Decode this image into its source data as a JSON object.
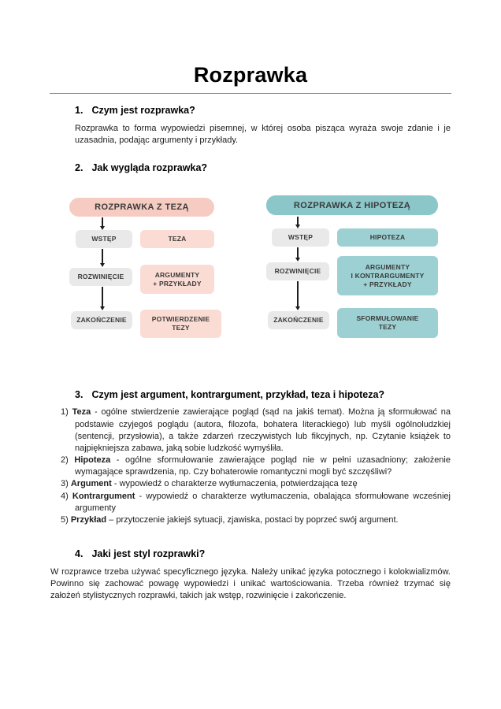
{
  "title": "Rozprawka",
  "sections": {
    "s1": {
      "num": "1.",
      "heading": "Czym jest rozprawka?",
      "body": "Rozprawka to forma wypowiedzi pisemnej, w której osoba pisząca wyraża swoje zdanie i je uzasadnia, podając argumenty i przykłady."
    },
    "s2": {
      "num": "2.",
      "heading": "Jak wygląda rozprawka?"
    },
    "s3": {
      "num": "3.",
      "heading": "Czym jest argument, kontrargument, przykład, teza i hipoteza?",
      "items": [
        {
          "num": "1) ",
          "term": "Teza",
          "rest": " - ogólne stwierdzenie zawierające pogląd (sąd na jakiś temat). Można ją sformułować na podstawie czyjegoś poglądu (autora, filozofa, bohatera literackiego) lub myśli ogólnoludzkiej (sentencji, przysłowia), a także zdarzeń rzeczywistych lub fikcyjnych, np. Czytanie książek to najpiękniejsza zabawa, jaką sobie ludzkość wymyśliła."
        },
        {
          "num": "2) ",
          "term": "Hipoteza",
          "rest": " - ogólne sformułowanie zawierające pogląd nie w pełni uzasadniony; założenie wymagające sprawdzenia, np. Czy bohaterowie romantyczni mogli być szczęśliwi?"
        },
        {
          "num": "3) ",
          "term": "Argument",
          "rest": " - wypowiedź o charakterze wytłumaczenia, potwierdzająca tezę"
        },
        {
          "num": "4) ",
          "term": "Kontrargument",
          "rest": " - wypowiedź o charakterze wytłumaczenia, obalająca sformułowane wcześniej argumenty"
        },
        {
          "num": "5) ",
          "term": "Przykład",
          "rest": " – przytoczenie jakiejś sytuacji, zjawiska, postaci by poprzeć swój argument."
        }
      ]
    },
    "s4": {
      "num": "4.",
      "heading": "Jaki jest styl rozprawki?",
      "body": "W rozprawce trzeba używać specyficznego języka. Należy unikać języka potocznego i kolokwializmów. Powinno się zachować powagę wypowiedzi i unikać wartościowania. Trzeba również trzymać się założeń stylistycznych rozprawki, takich jak wstęp, rozwinięcie i zakończenie."
    }
  },
  "diagrams": {
    "teza": {
      "header": "ROZPRAWKA Z TEZĄ",
      "rows": [
        {
          "left": "WSTĘP",
          "right": "TEZA"
        },
        {
          "left": "ROZWINIĘCIE",
          "right": "ARGUMENTY\n+ PRZYKŁADY"
        },
        {
          "left": "ZAKOŃCZENIE",
          "right": "POTWIERDZENIE\nTEZY"
        }
      ]
    },
    "hipoteza": {
      "header": "ROZPRAWKA Z HIPOTEZĄ",
      "rows": [
        {
          "left": "WSTĘP",
          "right": "HIPOTEZA"
        },
        {
          "left": "ROZWINIĘCIE",
          "right": "ARGUMENTY\nI KONTRARGUMENTY\n+ PRZYKŁADY"
        },
        {
          "left": "ZAKOŃCZENIE",
          "right": "SFORMUŁOWANIE\nTEZY"
        }
      ]
    }
  },
  "colors": {
    "pink_header": "#f6ccc2",
    "pink_box": "#fadcd4",
    "teal_header": "#8bc6c9",
    "teal_box": "#9dd0d2",
    "gray_box": "#e9e9e9"
  }
}
